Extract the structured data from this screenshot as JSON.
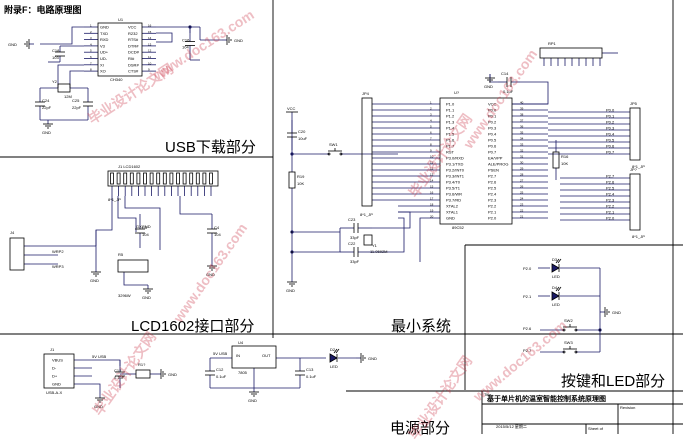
{
  "header": {
    "title": "附录F：电路原理图"
  },
  "sections": {
    "usb": "USB下载部分",
    "lcd": "LCD1602接口部分",
    "min": "最小系统",
    "key_led": "按键和LED部分",
    "power": "电源部分"
  },
  "title_block": {
    "title_label": "Title",
    "title": "基于单片机的温室智能控制系统原理图",
    "revision_label": "Revision",
    "date": "2015/5/12 星期二",
    "sheet_label": "Sheet of"
  },
  "watermarks": [
    "毕业设计论文网",
    "www.doc163.com"
  ],
  "components": {
    "ch340": {
      "ref": "U1",
      "part": "CH340",
      "pins_left": [
        "GND",
        "TXD",
        "RXD",
        "V3",
        "UD+",
        "UD-",
        "XI",
        "XO"
      ],
      "pins_right": [
        "VCC",
        "R232",
        "RTS#",
        "DTR#",
        "DCD#",
        "RI#",
        "DSR#",
        "CTS#"
      ]
    },
    "c18": {
      "ref": "C18",
      "value": "103"
    },
    "c16": {
      "ref": "C16",
      "value": "104"
    },
    "y2": {
      "ref": "Y2",
      "value": "12M"
    },
    "c24": {
      "ref": "C24",
      "value": "22pF"
    },
    "c25": {
      "ref": "C25",
      "value": "22pF"
    },
    "lcd": {
      "ref": "J1",
      "part": "LCD1602"
    },
    "c4": {
      "ref": "C4",
      "value": "104"
    },
    "c5": {
      "ref": "C5",
      "value": "104"
    },
    "j4": {
      "ref": "J4"
    },
    "wrp": [
      "WRP2",
      "WRP3"
    ],
    "r5": {
      "ref": "R5",
      "value": "3296W"
    },
    "mcu": {
      "ref": "U?",
      "part": "89C52",
      "pins_left": [
        "P1.0",
        "P1.1",
        "P1.2",
        "P1.3",
        "P1.4",
        "P1.5",
        "P1.6",
        "P1.7",
        "RST",
        "P3.0/RXD",
        "P3.1/TXD",
        "P3.2/INT0",
        "P3.3/INT1",
        "P3.4/T0",
        "P3.5/T1",
        "P3.6/WR",
        "P3.7/RD",
        "XTAL2",
        "XTAL1",
        "GND"
      ],
      "pins_right": [
        "VCC",
        "P0.0",
        "P0.1",
        "P0.2",
        "P0.3",
        "P0.4",
        "P0.5",
        "P0.6",
        "P0.7",
        "EA/VPP",
        "ALE/PROG",
        "PSEN",
        "P2.7",
        "P2.6",
        "P2.5",
        "P2.4",
        "P2.3",
        "P2.2",
        "P2.1",
        "P2.0"
      ]
    },
    "c20": {
      "ref": "C20",
      "value": "10uF"
    },
    "r19": {
      "ref": "R19",
      "value": "10K"
    },
    "sw1": {
      "ref": "SW1"
    },
    "c14": {
      "ref": "C14",
      "value": "0.1uF"
    },
    "c22": {
      "ref": "C22",
      "value": "22pF"
    },
    "c23": {
      "ref": "C23",
      "value": "33pF"
    },
    "c22b": {
      "ref": "C22",
      "value": "33pF"
    },
    "y1": {
      "ref": "Y1",
      "value": "11.0592M"
    },
    "jp4": {
      "ref": "JP4",
      "part": "8*1_JP"
    },
    "jp5": {
      "ref": "JP5",
      "part": "8*1_JP"
    },
    "jp6": {
      "ref": "JP?",
      "part": "8*1_JP"
    },
    "rp1": {
      "ref": "RP1"
    },
    "r16": {
      "ref": "R16",
      "value": "10K"
    },
    "p0_labels": [
      "P0.0",
      "P0.1",
      "P0.2",
      "P0.3",
      "P0.4",
      "P0.5",
      "P0.6",
      "P0.7"
    ],
    "p2_labels": [
      "P2.7",
      "P2.6",
      "P2.5",
      "P2.4",
      "P2.3",
      "P2.2",
      "P2.1",
      "P2.0"
    ],
    "d3": {
      "ref": "D3"
    },
    "d4": {
      "ref": "D4",
      "part": "LED"
    },
    "sw2": {
      "ref": "SW2"
    },
    "sw3": {
      "ref": "SW3"
    },
    "led_nets": [
      "P2.0",
      "P2.1"
    ],
    "key_nets": [
      "P2.6",
      "P2.7"
    ],
    "usb_conn": {
      "ref": "J1",
      "part": "USB-A-X",
      "pins": [
        "VBUS",
        "D-",
        "D+",
        "GND"
      ]
    },
    "reg": {
      "ref": "U4",
      "part": "7805",
      "pins": [
        "IN",
        "GND",
        "OUT"
      ]
    },
    "c12": {
      "ref": "C12",
      "value": "0.1uF"
    },
    "c13": {
      "ref": "C13",
      "value": "0.1uF"
    },
    "c10": {
      "ref": "C1?",
      "value": "0.1uF"
    },
    "d2": {
      "ref": "D2",
      "part": "LED"
    },
    "r15": {
      "ref": "R1?"
    }
  },
  "nets": {
    "vcc": "VCC",
    "gnd": "GND",
    "usb_5v": "5V USB"
  }
}
